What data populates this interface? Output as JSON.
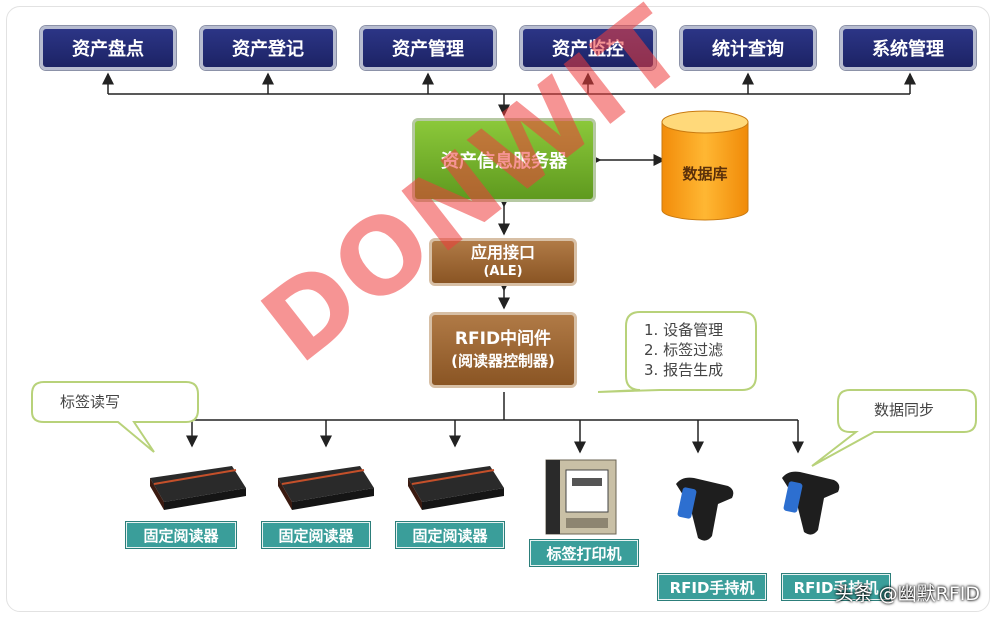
{
  "modules": [
    "资产盘点",
    "资产登记",
    "资产管理",
    "资产监控",
    "统计查询",
    "系统管理"
  ],
  "server": {
    "label": "资产信息服务器"
  },
  "database": {
    "label": "数据库"
  },
  "ale": {
    "line1": "应用接口",
    "line2": "(ALE)"
  },
  "middleware": {
    "line1": "RFID中间件",
    "line2": "(阅读器控制器)"
  },
  "middleware_functions": [
    "1. 设备管理",
    "2. 标签过滤",
    "3. 报告生成"
  ],
  "callouts": {
    "tag_rw": "标签读写",
    "data_sync": "数据同步"
  },
  "devices": [
    {
      "label": "固定阅读器",
      "icon": "fixed-reader-icon"
    },
    {
      "label": "固定阅读器",
      "icon": "fixed-reader-icon"
    },
    {
      "label": "固定阅读器",
      "icon": "fixed-reader-icon"
    },
    {
      "label": "标签打印机",
      "icon": "label-printer-icon"
    },
    {
      "label": "RFID手持机",
      "icon": "handheld-icon"
    },
    {
      "label": "RFID手持机",
      "icon": "handheld-icon"
    }
  ],
  "watermark": "DONWIT",
  "credit": "头条 @幽默RFID",
  "colors": {
    "module_bg": "#232b77",
    "server_bg": "#76b32e",
    "interface_bg": "#9b6634",
    "database_bg": "#f7a614",
    "device_label_bg": "#3a9e9a",
    "watermark": "#ee3c3c"
  }
}
